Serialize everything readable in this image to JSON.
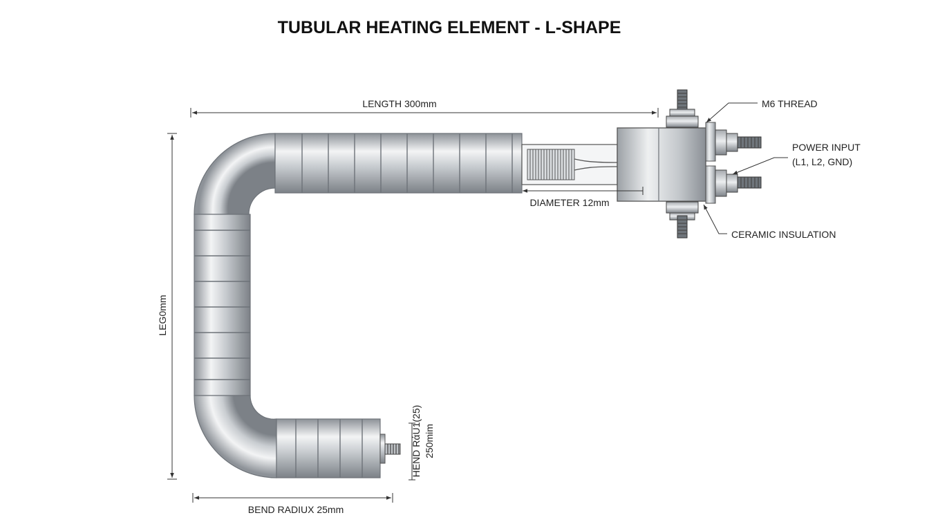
{
  "title": "TUBULAR HEATING ELEMENT - L-SHAPE",
  "labels": {
    "length": "LENGTH 300mm",
    "leg": "LEG0mm",
    "diameter": "DIAMETER 12mm",
    "bend_radius": "BEND RADIUX 25mm",
    "end_radius_line1": "HEND RάU1(25)",
    "end_radius_line2": "250mim",
    "m6_thread": "M6 THREAD",
    "power_input_line1": "POWER INPUT",
    "power_input_line2": "(L1, L2, GND)",
    "ceramic_insulation": "CERAMIC INSULATION"
  },
  "colors": {
    "metal_dark": "#8b9096",
    "metal_mid": "#d4d7db",
    "metal_light": "#f4f5f6",
    "line": "#333333"
  }
}
